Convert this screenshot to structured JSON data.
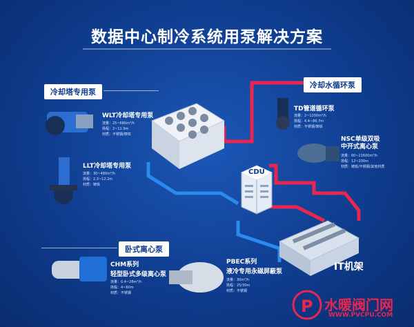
{
  "title": "数据中心制冷系统用泵解决方案",
  "sections": {
    "cooling_tower": "冷却塔专用泵",
    "cooling_water": "冷却水循环泵",
    "horizontal": "卧式离心泵"
  },
  "pumps": {
    "wlt": {
      "name": "WLT冷却塔专用泵",
      "specs": [
        "流量：25~680m³/h",
        "扬程：2~11.9m",
        "材质：不锈钢/铸铁"
      ]
    },
    "llt": {
      "name": "LLT冷却塔专用泵",
      "specs": [
        "流量：30~480m³/h",
        "扬程：2.3~12.2m",
        "材质：铸铁"
      ]
    },
    "td": {
      "name": "TD管道循环泵",
      "specs": [
        "流量：2~1200m³/h",
        "扬程：4.4~86.7m",
        "材质：不锈钢/铸铁"
      ]
    },
    "nsc": {
      "name1": "NSC单级双吸",
      "name2": "中开式离心泵",
      "specs": [
        "流量：60~21600m³/h",
        "扬程：12~200m",
        "材质：铸铁/不锈钢/其他材质"
      ]
    },
    "chm": {
      "name1": "CHM系列",
      "name2": "轻型卧式多级离心泵",
      "specs": [
        "流量：0.4~28m³/h",
        "扬程：4~60m",
        "材质：不锈钢"
      ]
    },
    "pbec": {
      "name1": "PBEC系列",
      "name2": "液冷专用永磁屏蔽泵",
      "specs": [
        "流量：30m³/h",
        "扬程：25/30m",
        "材质：不锈钢"
      ]
    }
  },
  "cdu_label": "CDU",
  "it_label": "IT机架",
  "watermark": {
    "brand": "水暖阀门网",
    "url": "WWW.PVCPU.COM"
  }
}
